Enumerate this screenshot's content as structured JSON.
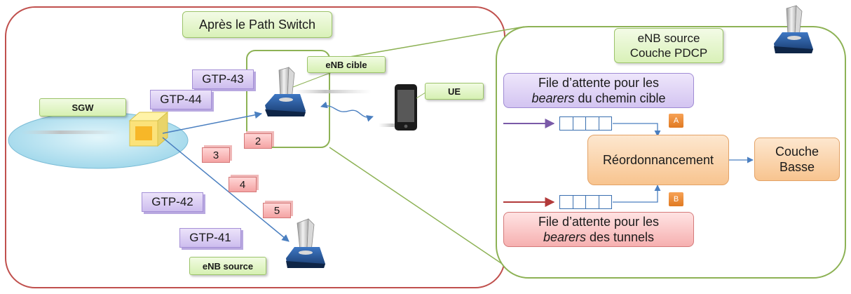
{
  "title": "Après le Path Switch",
  "labels": {
    "sgw": "SGW",
    "enb_cible": "eNB cible",
    "ue": "UE",
    "enb_source": "eNB source"
  },
  "gtp": {
    "gtp43": "GTP-43",
    "gtp44": "GTP-44",
    "gtp42": "GTP-42",
    "gtp41": "GTP-41"
  },
  "packets": {
    "p2": "2",
    "p3": "3",
    "p4": "4",
    "p5": "5"
  },
  "zoom": {
    "header_line1": "eNB source",
    "header_line2": "Couche PDCP",
    "file_cible_line1": "File d’attente pour les",
    "file_cible_italic": "bearers",
    "file_cible_rest": " du chemin cible",
    "file_tunnels_line1": "File d’attente pour les",
    "file_tunnels_italic": "bearers",
    "file_tunnels_rest": " des tunnels",
    "reorder": "Réordonnancement",
    "couche_basse_line1": "Couche",
    "couche_basse_line2": "Basse",
    "tag_a": "A",
    "tag_b": "B"
  },
  "colors": {
    "outer_border": "#c0504d",
    "zoom_border": "#8db255",
    "arrow": "#4a7fc0",
    "purple_arrow": "#7a5aa8",
    "red_arrow": "#b23a3a",
    "ellipse_fill": "#bfe6f2",
    "enb_blue": "#1f4e8c"
  }
}
